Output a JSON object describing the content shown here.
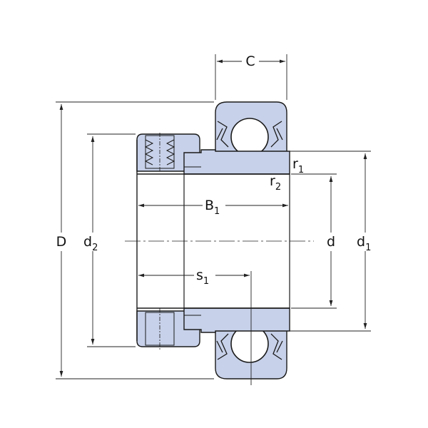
{
  "colors": {
    "part_fill": "#c7d1e9",
    "outline": "#1a1a1a",
    "dim_line": "#222222",
    "background": "#ffffff"
  },
  "labels": {
    "C": "C",
    "D": "D",
    "d2_main": "d",
    "d2_sub": "2",
    "B1_main": "B",
    "B1_sub": "1",
    "d_main": "d",
    "d1_main": "d",
    "d1_sub": "1",
    "r1_main": "r",
    "r1_sub": "1",
    "r2_main": "r",
    "r2_sub": "2",
    "s1_main": "s",
    "s1_sub": "1"
  }
}
